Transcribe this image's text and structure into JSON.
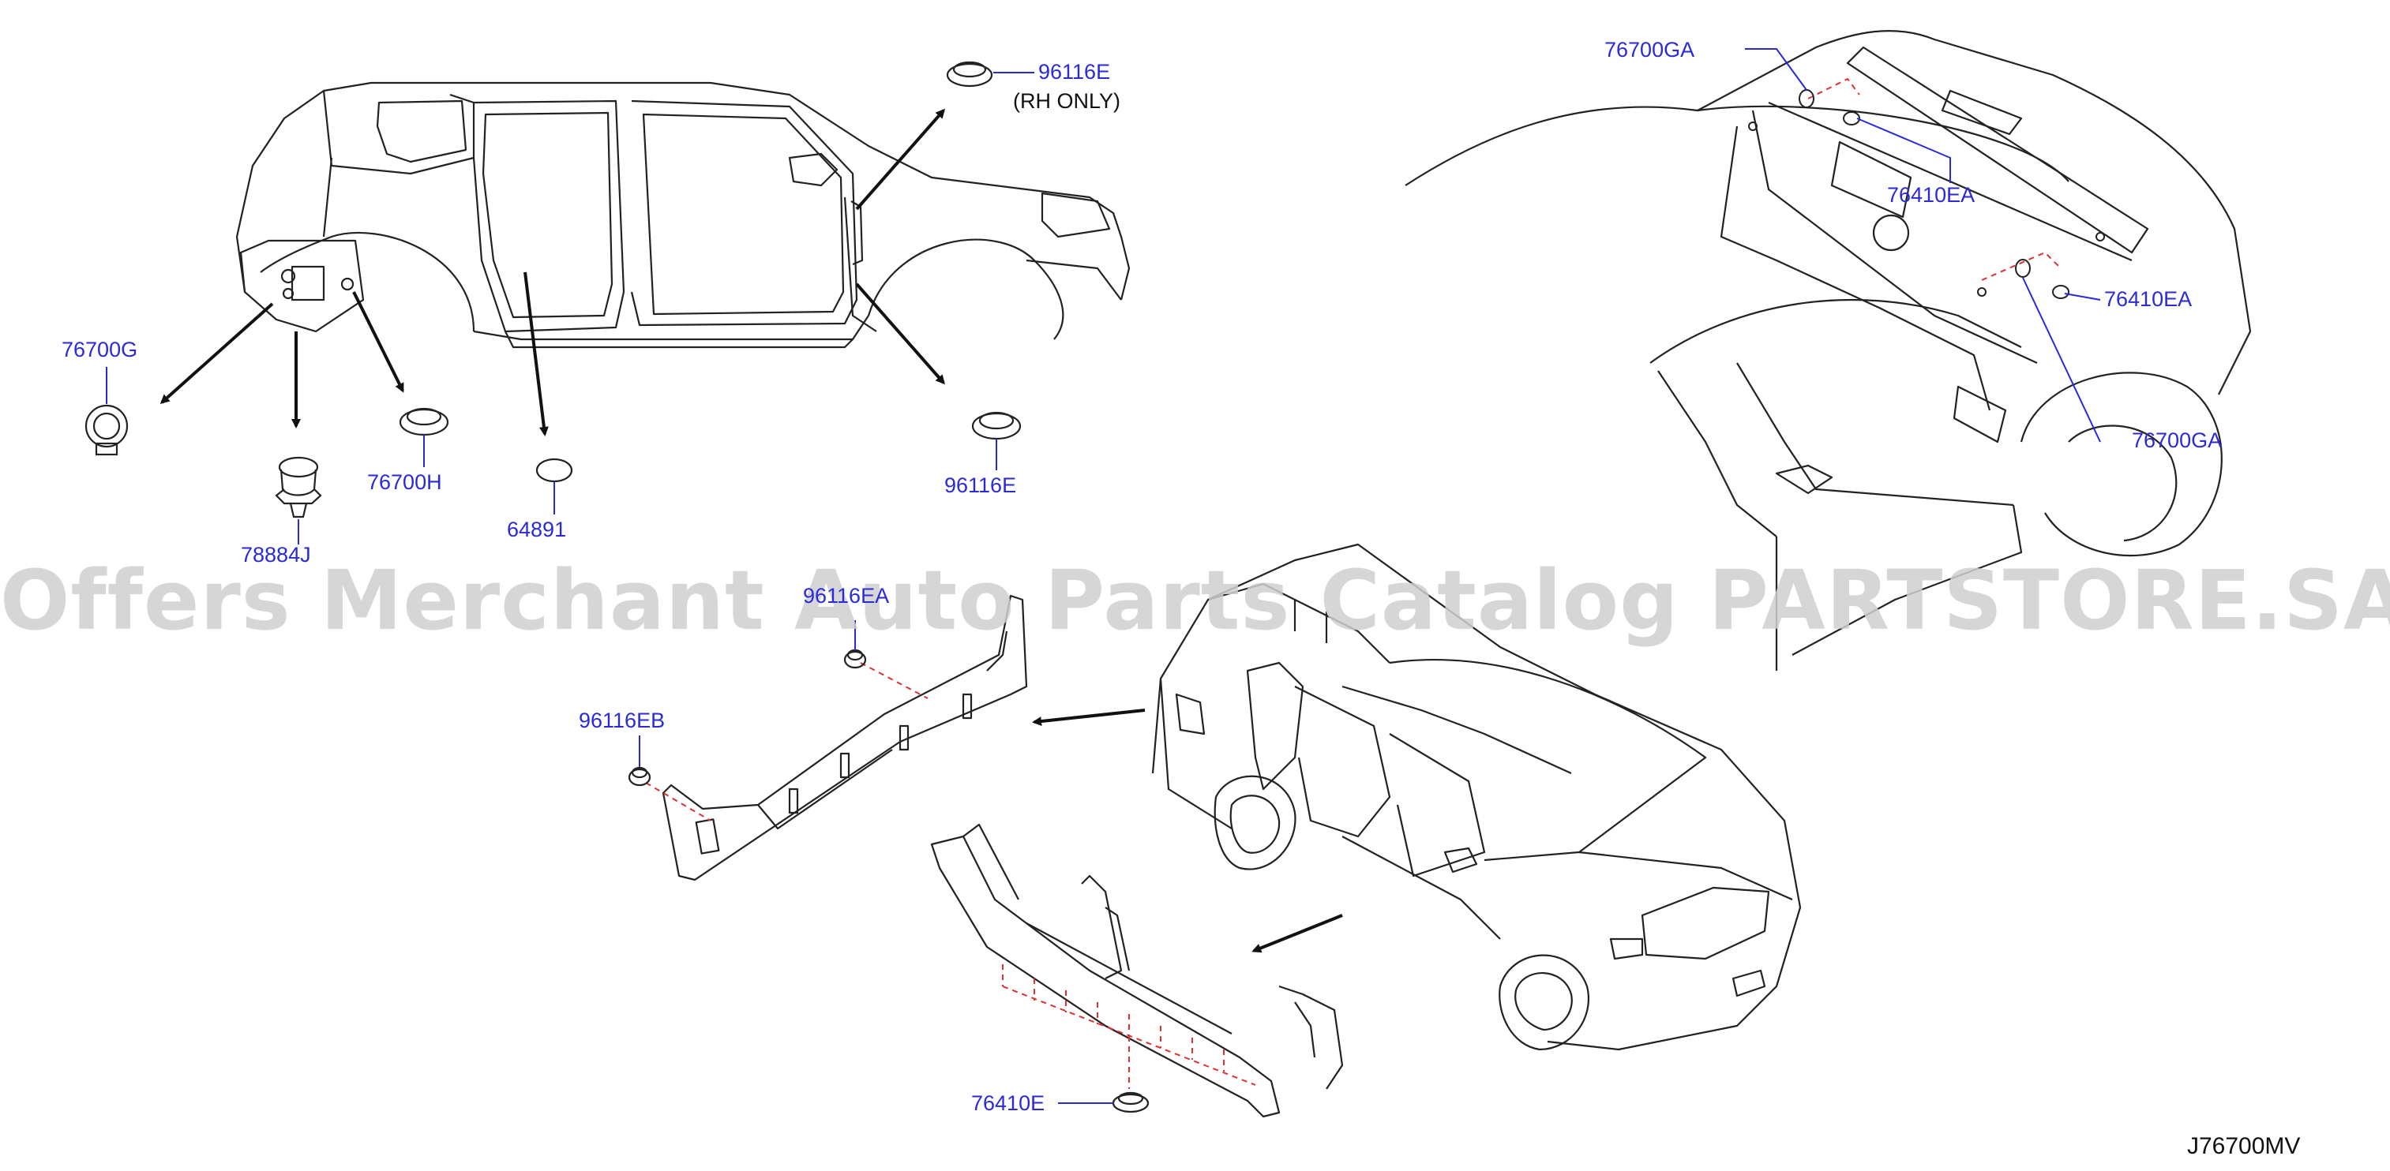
{
  "watermark": "Offers Merchant Auto Parts Catalog PARTSTORE.SA",
  "diagram_code": "J76700MV",
  "colors": {
    "label": "#2a2adb",
    "line": "#222222",
    "leader": "#2a2adb",
    "dashed": "#e03030"
  },
  "labels": {
    "p96116e_top": "96116E",
    "rh_only": "(RH   ONLY)",
    "p76700g": "76700G",
    "p78884j": "78884J",
    "p76700h": "76700H",
    "p64891": "64891",
    "p96116e_bottom": "96116E",
    "p76700ga_top": "76700GA",
    "p76410ea_top": "76410EA",
    "p76410ea_right": "76410EA",
    "p76700ga_right": "76700GA",
    "p96116ea": "96116EA",
    "p96116eb": "96116EB",
    "p76410e": "76410E"
  }
}
